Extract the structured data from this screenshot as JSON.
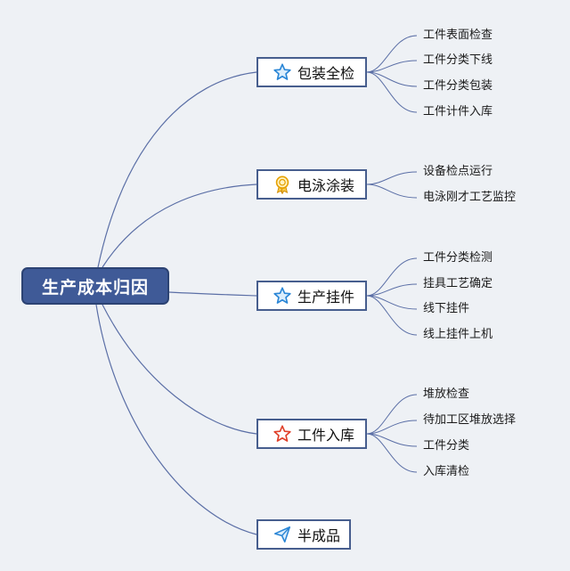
{
  "root": {
    "label": "生产成本归因"
  },
  "branches": [
    {
      "label": "包装全检",
      "icon": "star-icon",
      "color": "#2a86d6",
      "leaves": [
        "工件表面检查",
        "工件分类下线",
        "工件分类包装",
        "工件计件入库"
      ]
    },
    {
      "label": "电泳涂装",
      "icon": "award-ribbon-icon",
      "color": "#f0a500",
      "leaves": [
        "设备检点运行",
        "电泳刚才工艺监控"
      ]
    },
    {
      "label": "生产挂件",
      "icon": "star-icon",
      "color": "#2a86d6",
      "leaves": [
        "工件分类检测",
        "挂具工艺确定",
        "线下挂件",
        "线上挂件上机"
      ]
    },
    {
      "label": "工件入库",
      "icon": "star-outline-red-icon",
      "color": "#e0402a",
      "leaves": [
        "堆放检查",
        "待加工区堆放选择",
        "工件分类",
        "入库清检"
      ]
    },
    {
      "label": "半成品",
      "icon": "paper-plane-icon",
      "color": "#2a86d6",
      "leaves": []
    }
  ],
  "colors": {
    "root_fill": "#3f5a97",
    "connector": "#5b6fa6",
    "background": "#eef1f5"
  }
}
